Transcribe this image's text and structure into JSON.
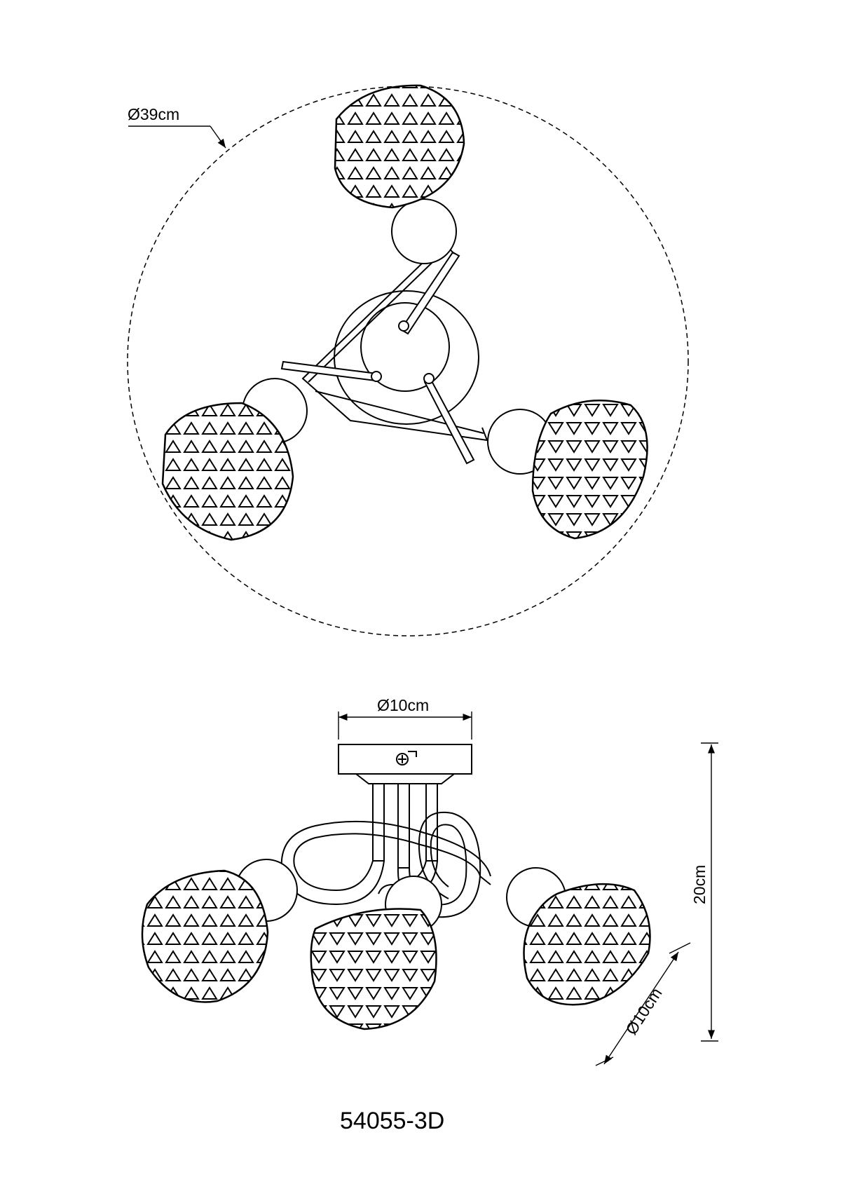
{
  "drawing": {
    "top_view": {
      "diameter_label": "Ø39cm"
    },
    "side_view": {
      "canopy_diameter_label": "Ø10cm",
      "height_label": "20cm",
      "shade_diameter_label": "Ø10cm"
    },
    "model_number": "54055-3D"
  }
}
